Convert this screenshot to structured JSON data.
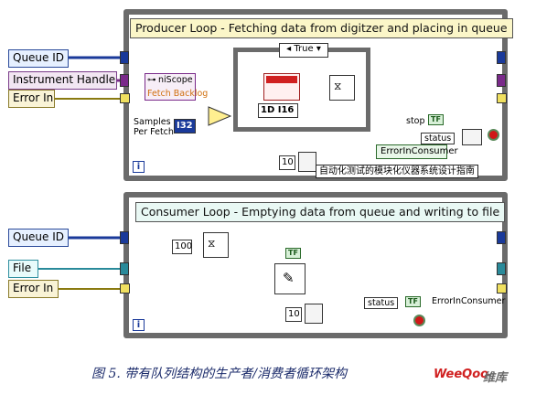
{
  "producer": {
    "title": "Producer Loop - Fetching data from digitzer and placing in queue",
    "case_selector": "True",
    "node_niscope": "niScope",
    "fetch_backlog": "Fetch Backlog",
    "samples_label": "Samples\nPer Fetch",
    "samples_const": "I32",
    "dtype_select": "1D I16",
    "wait_const": "10",
    "stop_label": "stop",
    "status_label": "status",
    "error_in_consumer": "ErrorInConsumer",
    "iteration": "i",
    "true_const": "TF"
  },
  "consumer": {
    "title": "Consumer Loop - Emptying data from queue and writing to file",
    "timeout_const": "100",
    "wait_const": "10",
    "status_label": "status",
    "error_in_consumer": "ErrorInConsumer",
    "iteration": "i",
    "true_const": "TF"
  },
  "inputs": {
    "queue_id_1": "Queue ID",
    "instrument_handle": "Instrument Handle",
    "error_in_1": "Error In",
    "queue_id_2": "Queue ID",
    "file": "File",
    "error_in_2": "Error In"
  },
  "watermark": "自动化测试的模块化仪器系统设计指南",
  "caption": "图 5. 带有队列结构的生产者/消费者循环架构",
  "brand": {
    "part1": "WeeQoo",
    "part2": "维库"
  },
  "colors": {
    "queue_wire": "#1a3a9a",
    "instrument_wire": "#7a2a8a",
    "error_wire": "#8a7a10",
    "file_wire": "#2a8a9a",
    "data_wire": "#d07010",
    "bool_wire": "#2a6a2a"
  }
}
